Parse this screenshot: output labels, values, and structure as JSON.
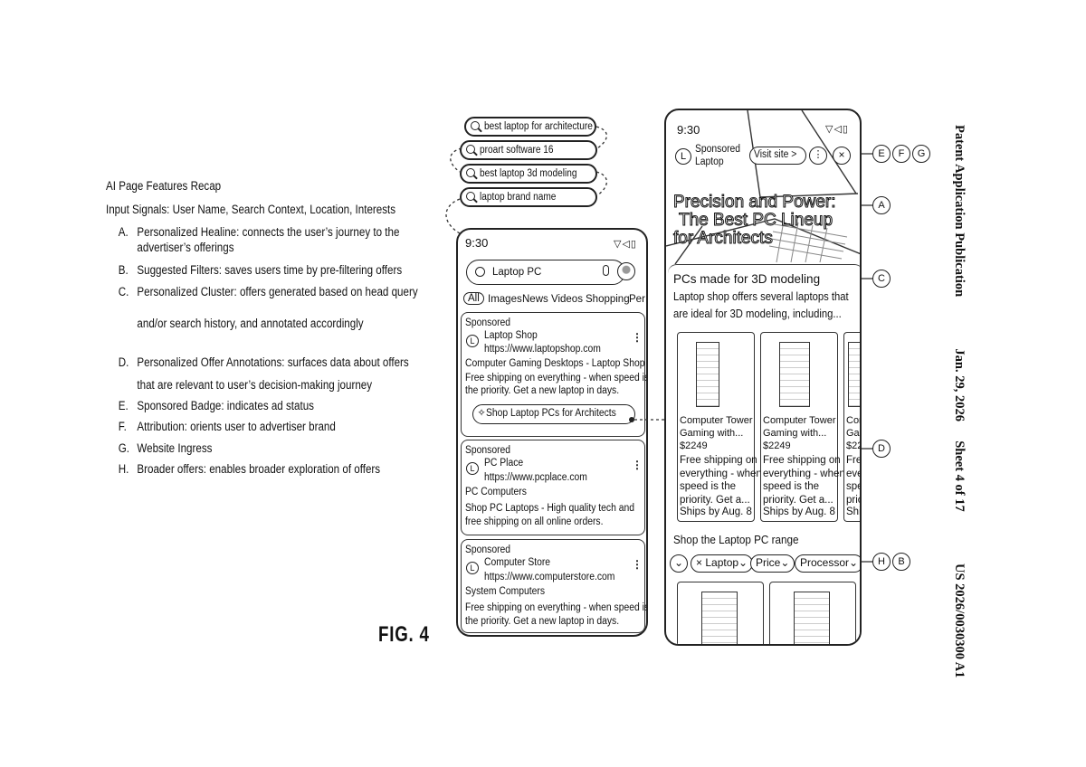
{
  "header": {
    "publication": "Patent Application Publication",
    "date": "Jan. 29, 2026",
    "sheet": "Sheet 4 of 17",
    "number": "US 2026/0030300 A1"
  },
  "recap": {
    "title": "AI Page Features Recap",
    "inputs": "Input Signals: User Name, Search Context, Location, Interests",
    "items": [
      {
        "letter": "A.",
        "lines": [
          "Personalized Healine: connects the user’s journey to the",
          "advertiser’s offerings"
        ]
      },
      {
        "letter": "B.",
        "lines": [
          "Suggested Filters: saves users time by pre-filtering offers"
        ]
      },
      {
        "letter": "C.",
        "lines": [
          "Personalized Cluster: offers generated based on head query",
          "and/or search history, and annotated accordingly"
        ]
      },
      {
        "letter": "D.",
        "lines": [
          "Personalized Offer Annotations: surfaces data about offers",
          "that are relevant to user’s decision-making journey"
        ]
      },
      {
        "letter": "E.",
        "lines": [
          "Sponsored Badge: indicates ad status"
        ]
      },
      {
        "letter": "F.",
        "lines": [
          "Attribution: orients user to advertiser brand"
        ]
      },
      {
        "letter": "G.",
        "lines": [
          "Website Ingress"
        ]
      },
      {
        "letter": "H.",
        "lines": [
          "Broader offers: enables broader exploration of offers"
        ]
      }
    ]
  },
  "figure_label": "FIG. 4",
  "queries": [
    "best laptop for architecture",
    "proart software 16",
    "best laptop 3d modeling",
    "laptop brand name"
  ],
  "phone_left": {
    "time": "9:30",
    "status_icons": "▽◁▯",
    "search_value": "Laptop PC",
    "tabs": [
      "All",
      "Images",
      "News",
      "Videos",
      "Shopping",
      "Per"
    ],
    "ads": [
      {
        "sponsored": "Sponsored",
        "brand": "Laptop Shop",
        "url": "https://www.laptopshop.com",
        "headline": "Computer Gaming Desktops - Laptop Shop",
        "desc1": "Free shipping on everything - when speed is",
        "desc2": "the priority. Get a new laptop in days.",
        "cta": "Shop Laptop PCs for Architects"
      },
      {
        "sponsored": "Sponsored",
        "brand": "PC Place",
        "url": "https://www.pcplace.com",
        "headline": "PC Computers",
        "desc1": "Shop PC Laptops - High quality tech and",
        "desc2": "free shipping on all online orders."
      },
      {
        "sponsored": "Sponsored",
        "brand": "Computer Store",
        "url": "https://www.computerstore.com",
        "headline": "System Computers",
        "desc1": "Free shipping on everything - when speed is",
        "desc2": "the priority. Get a new laptop in days."
      }
    ]
  },
  "phone_right": {
    "time": "9:30",
    "status_icons": "▽◁▯",
    "sponsored_line1": "Sponsored",
    "sponsored_line2": "Laptop",
    "visit_site": "Visit site >",
    "headline": [
      "Precision and Power:",
      "The Best PC Lineup",
      "for Architects"
    ],
    "cluster_title": "PCs made for 3D modeling",
    "cluster_desc1": "Laptop shop offers several laptops that",
    "cluster_desc2": "are ideal for 3D modeling, including...",
    "products": [
      {
        "name1": "Computer Tower",
        "name2": "Gaming with...",
        "price": "$2249",
        "ann": [
          "Free shipping on",
          "everything - when",
          "speed is the",
          "priority. Get a..."
        ],
        "ship": "Ships by Aug. 8"
      },
      {
        "name1": "Computer Tower",
        "name2": "Gaming with...",
        "price": "$2249",
        "ann": [
          "Free shipping on",
          "everything - when",
          "speed is the",
          "priority. Get a..."
        ],
        "ship": "Ships by Aug. 8"
      },
      {
        "name1": "Com",
        "name2": "Gam",
        "price": "$224",
        "ann": [
          "Fre",
          "eve",
          "spe",
          "prio"
        ],
        "ship": "Ship"
      }
    ],
    "range_title": "Shop the Laptop PC range",
    "filters": [
      "Laptop",
      "Price",
      "Processor"
    ]
  },
  "callouts": {
    "E": "E",
    "F": "F",
    "G": "G",
    "A": "A",
    "C": "C",
    "D": "D",
    "H": "H",
    "B": "B"
  }
}
